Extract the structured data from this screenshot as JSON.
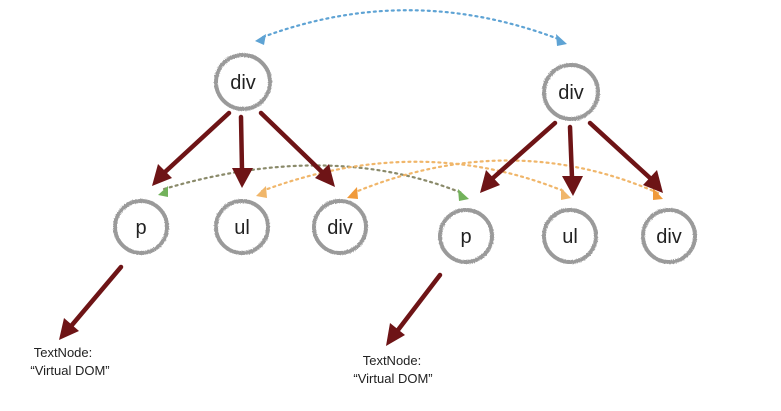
{
  "trees": [
    {
      "root": {
        "label": "div"
      },
      "children": [
        {
          "label": "p"
        },
        {
          "label": "ul"
        },
        {
          "label": "div"
        }
      ],
      "text_node": {
        "line1": "TextNode:",
        "line2": "“Virtual DOM”"
      }
    },
    {
      "root": {
        "label": "div"
      },
      "children": [
        {
          "label": "p"
        },
        {
          "label": "ul"
        },
        {
          "label": "div"
        }
      ],
      "text_node": {
        "line1": "TextNode:",
        "line2": "“Virtual DOM”"
      }
    }
  ],
  "colors": {
    "node_stroke": "#9a9a9a",
    "tree_arrow": "#6e1416",
    "compare_root": "#5ea3d4",
    "compare_p": "#8a8a6a",
    "compare_p_marker": "#72b25b",
    "compare_other": "#f0b66a",
    "compare_other_marker": "#f09a3a"
  }
}
